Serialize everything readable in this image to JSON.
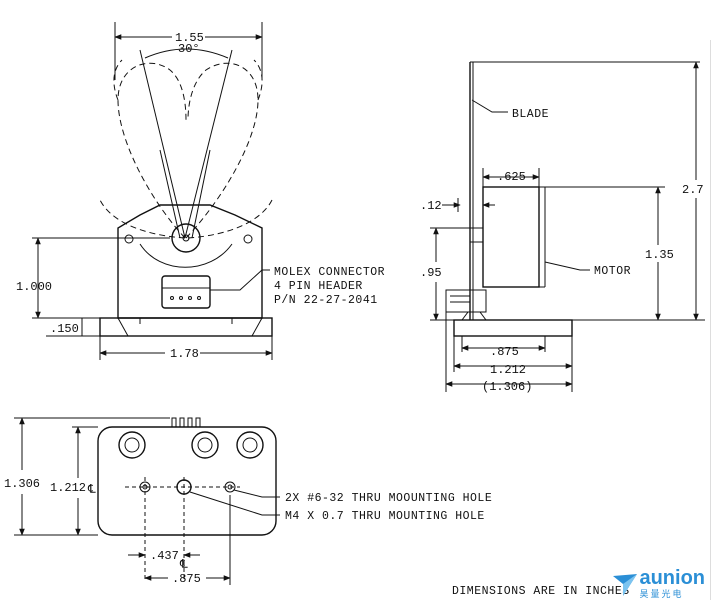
{
  "front_view": {
    "width_top": "1.55",
    "angle": "30°",
    "height": "1.000",
    "base_thickness": ".150",
    "base_width": "1.78",
    "connector_note": [
      "MOLEX CONNECTOR",
      "4 PIN HEADER",
      "P/N 22-27-2041"
    ]
  },
  "side_view": {
    "blade_label": "BLADE",
    "motor_label": "MOTOR",
    "dim_625": ".625",
    "dim_12": ".12",
    "dim_95": ".95",
    "dim_135": "1.35",
    "dim_27": "2.7",
    "dim_875": ".875",
    "dim_1212": "1.212",
    "dim_1306": "(1.306)"
  },
  "bottom_view": {
    "dim_1306": "1.306",
    "dim_1212": "1.212",
    "dim_437": ".437",
    "dim_875": ".875",
    "hole_note_1": "2X #6-32 THRU MOOUNTING HOLE",
    "hole_note_2": "M4 X 0.7 THRU MOUNTING HOLE",
    "centerline_glyph": "℄"
  },
  "footer": {
    "units_note": "DIMENSIONS ARE IN INCHES"
  },
  "logo": {
    "text": "aunion",
    "sub": "昊量光电",
    "color": "#2b8fd6"
  }
}
